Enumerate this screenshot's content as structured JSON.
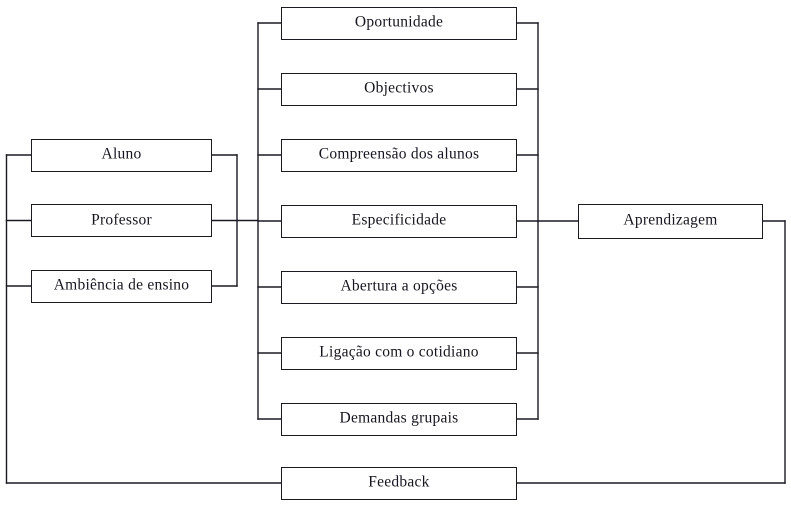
{
  "diagram": {
    "type": "flow-block-diagram",
    "language": "pt-BR",
    "background_color": "#ffffff",
    "line_color": "#1a1a22",
    "text_color": "#15151f",
    "inputs_group": {
      "name": "inputs",
      "nodes": [
        {
          "id": "aluno",
          "label": "Aluno"
        },
        {
          "id": "professor",
          "label": "Professor"
        },
        {
          "id": "ambiencia",
          "label": "Ambiência de ensino"
        }
      ]
    },
    "factors_group": {
      "name": "factors",
      "nodes": [
        {
          "id": "oportunidade",
          "label": "Oportunidade"
        },
        {
          "id": "objectivos",
          "label": "Objectivos"
        },
        {
          "id": "compreensao",
          "label": "Compreensão dos alunos"
        },
        {
          "id": "especificidade",
          "label": "Especificidade"
        },
        {
          "id": "abertura",
          "label": "Abertura a opções"
        },
        {
          "id": "ligacao",
          "label": "Ligação com o cotidiano"
        },
        {
          "id": "demandas",
          "label": "Demandas grupais"
        }
      ]
    },
    "output_group": {
      "name": "output",
      "nodes": [
        {
          "id": "aprendizagem",
          "label": "Aprendizagem"
        }
      ]
    },
    "feedback_group": {
      "name": "feedback",
      "nodes": [
        {
          "id": "feedback",
          "label": "Feedback"
        }
      ]
    }
  }
}
